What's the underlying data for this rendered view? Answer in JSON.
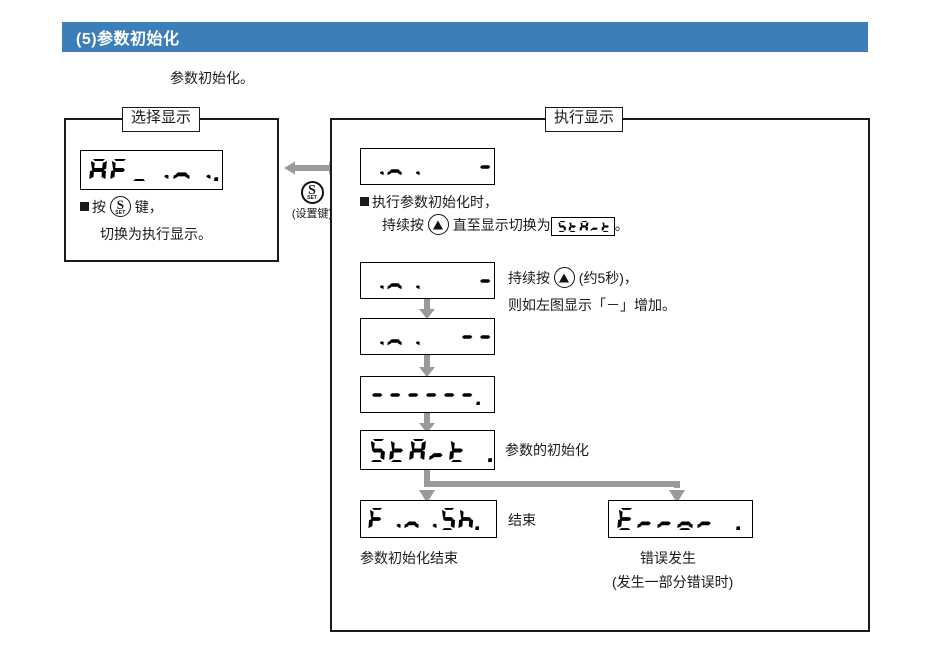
{
  "header": {
    "title": "(5)参数初始化"
  },
  "intro": {
    "text": "参数初始化。"
  },
  "select_panel": {
    "tab_label": "选择显示",
    "display": "AF_ini.",
    "note_line1_prefix": "按",
    "note_line1_suffix": "键，",
    "note_line2": "切换为执行显示。"
  },
  "set_key": {
    "glyph": "S",
    "sub": "SET",
    "label": "(设置键)"
  },
  "exec_panel": {
    "tab_label": "执行显示",
    "display_top": "ini   -.",
    "note1_line1": "执行参数初始化时，",
    "note1_line2_a": "持续按",
    "note1_line2_b": "直至显示切换为",
    "note1_inline_display": "StArt",
    "note1_line2_c": "。",
    "display_step1": "ini   -.",
    "display_step2": "ini  --.",
    "display_dashes": "------.",
    "display_start": "StArt .",
    "display_finish": "FiniSh.",
    "display_error": "Error .",
    "hold_note_line1_a": "持续按",
    "hold_note_line1_b": "(约5秒)，",
    "hold_note_line2": "则如左图显示「－」增加。",
    "label_start": "参数的初始化",
    "label_finish_right": "结束",
    "label_finish_below": "参数初始化结束",
    "label_error_line1": "错误发生",
    "label_error_line2": "(发生一部分错误时)"
  },
  "colors": {
    "header_bg": "#3b7eb8",
    "header_text": "#ffffff",
    "border": "#1a1a1a",
    "arrow_gray": "#9a9a9a",
    "text": "#1a1a1a"
  }
}
